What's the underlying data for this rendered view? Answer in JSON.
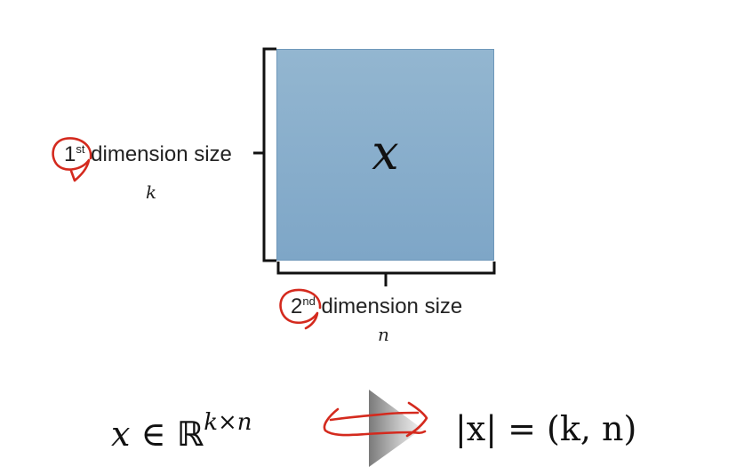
{
  "matrix": {
    "symbol": "x",
    "fill": "#86abc9"
  },
  "dim1": {
    "ordinal": "1",
    "suffix": "st",
    "text": "dimension size",
    "var": "k"
  },
  "dim2": {
    "ordinal": "2",
    "suffix": "nd",
    "text": "dimension size",
    "var": "n"
  },
  "formula_left": {
    "x": "x",
    "in": "∈",
    "set": "ℝ",
    "exp": "k×n"
  },
  "formula_right": "|x| = (k, n)",
  "annotation_color": "#d42a1e"
}
